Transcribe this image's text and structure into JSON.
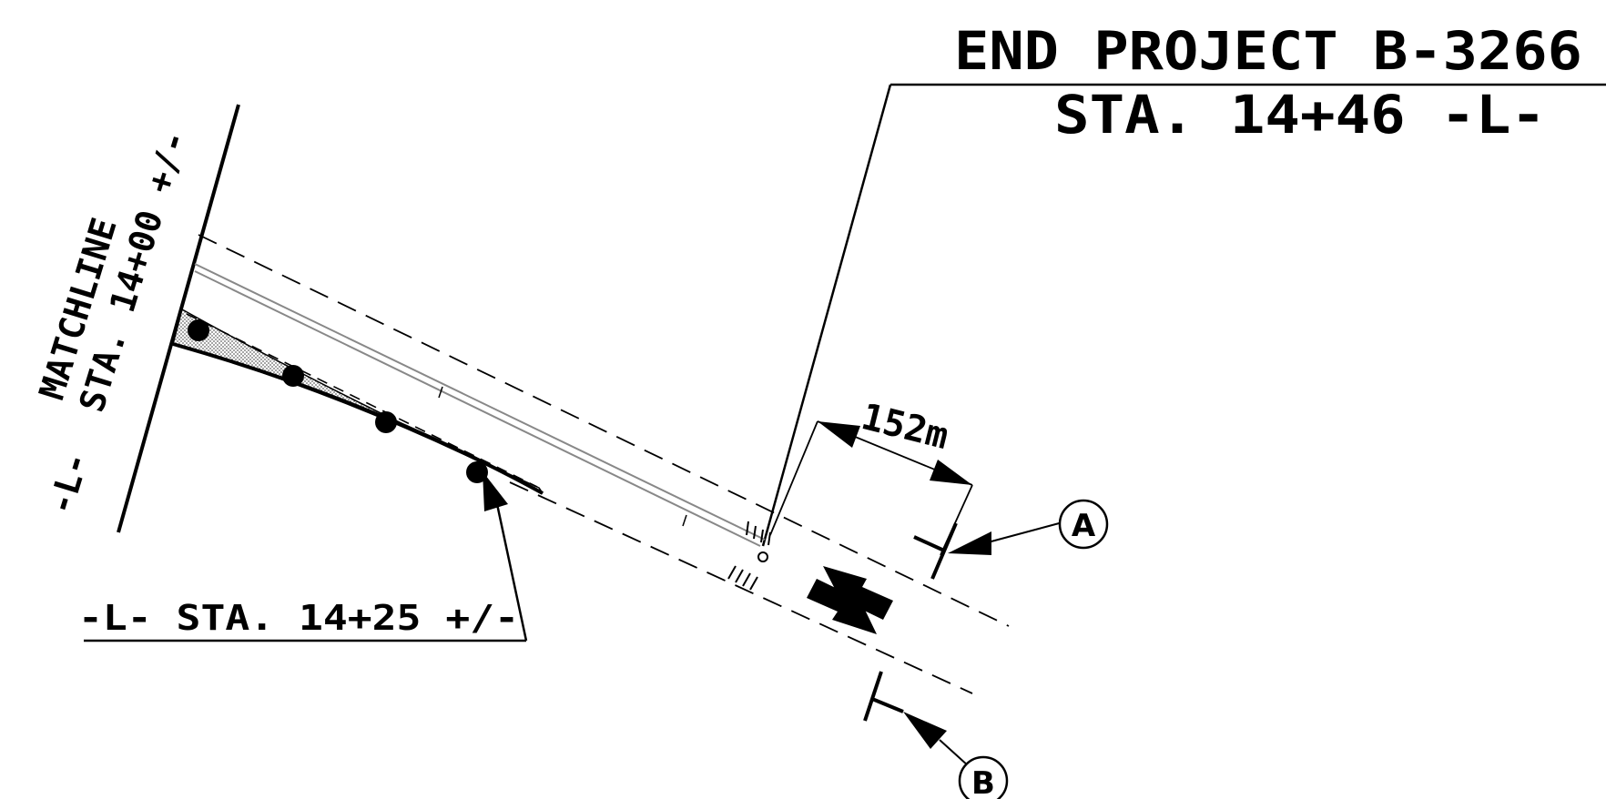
{
  "title": {
    "line1": "END PROJECT B-3266",
    "line2": "STA. 14+46 -L-"
  },
  "matchline": {
    "line1": "MATCHLINE",
    "line2": "STA. 14+00 +/-",
    "line3": "-L-"
  },
  "callout_station": "-L- STA. 14+25 +/-",
  "dimension_label": "152m",
  "section_markers": {
    "a": "A",
    "b": "B"
  },
  "colors": {
    "ink": "#000000",
    "paper": "#ffffff",
    "hatch": "#b8b8b8"
  }
}
